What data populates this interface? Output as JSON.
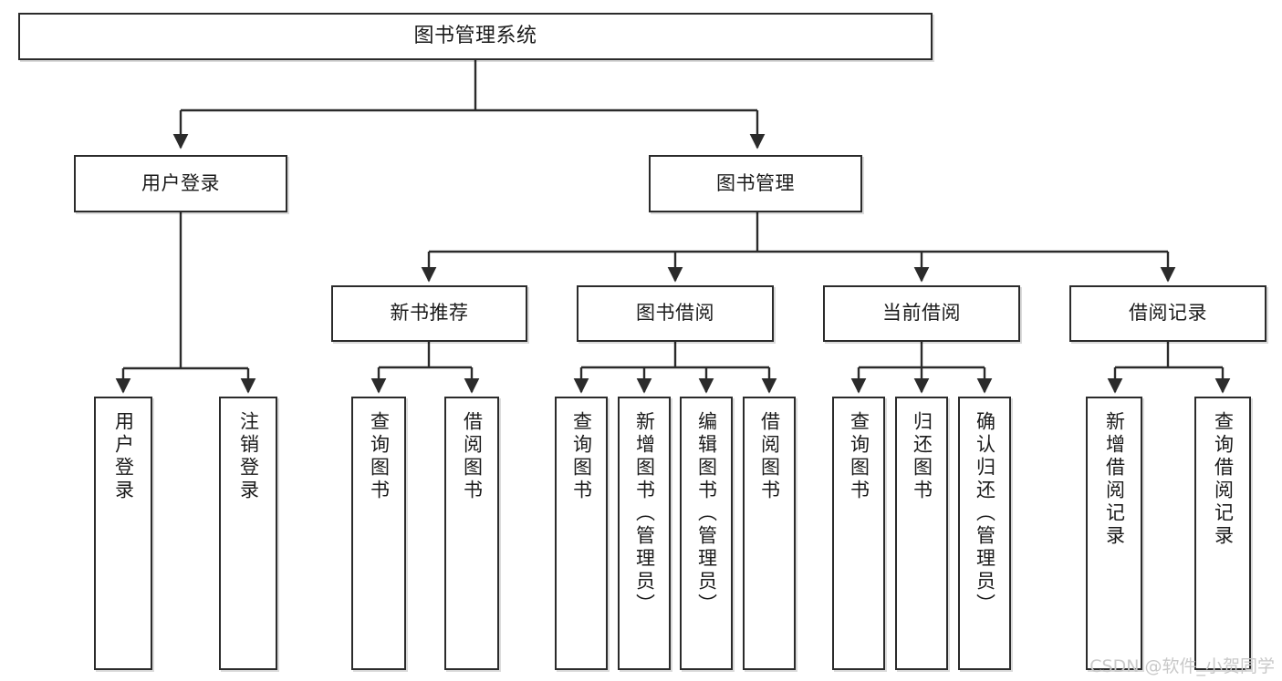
{
  "diagram": {
    "title": "图书管理系统",
    "watermark": "CSDN @软件_小贺同学",
    "colors": {
      "stroke": "#2b2b2b",
      "fill": "#ffffff",
      "text": "#1b1b1b",
      "watermark": "#c9c9c9"
    }
  },
  "nodes": {
    "root": {
      "label": "图书管理系统"
    },
    "level2": [
      {
        "id": "user-login",
        "label": "用户登录"
      },
      {
        "id": "book-manage",
        "label": "图书管理"
      }
    ],
    "level3": [
      {
        "id": "new-book-recommend",
        "label": "新书推荐"
      },
      {
        "id": "book-borrow",
        "label": "图书借阅"
      },
      {
        "id": "current-borrow",
        "label": "当前借阅"
      },
      {
        "id": "borrow-record",
        "label": "借阅记录"
      }
    ],
    "leaves": [
      {
        "id": "leaf-user-login",
        "label": "用户登录",
        "parent": "user-login"
      },
      {
        "id": "leaf-logout-login",
        "label": "注销登录",
        "parent": "user-login"
      },
      {
        "id": "leaf-query-book-1",
        "label": "查询图书",
        "parent": "new-book-recommend"
      },
      {
        "id": "leaf-borrow-book-1",
        "label": "借阅图书",
        "parent": "new-book-recommend"
      },
      {
        "id": "leaf-query-book-2",
        "label": "查询图书",
        "parent": "book-borrow"
      },
      {
        "id": "leaf-add-book",
        "label": "新增图书（管理员）",
        "parent": "book-borrow"
      },
      {
        "id": "leaf-edit-book",
        "label": "编辑图书（管理员）",
        "parent": "book-borrow"
      },
      {
        "id": "leaf-borrow-book-2",
        "label": "借阅图书",
        "parent": "book-borrow"
      },
      {
        "id": "leaf-query-book-3",
        "label": "查询图书",
        "parent": "current-borrow"
      },
      {
        "id": "leaf-return-book",
        "label": "归还图书",
        "parent": "current-borrow"
      },
      {
        "id": "leaf-confirm-return",
        "label": "确认归还（管理员）",
        "parent": "current-borrow"
      },
      {
        "id": "leaf-add-record",
        "label": "新增借阅记录",
        "parent": "borrow-record"
      },
      {
        "id": "leaf-query-record",
        "label": "查询借阅记录",
        "parent": "borrow-record"
      }
    ]
  }
}
